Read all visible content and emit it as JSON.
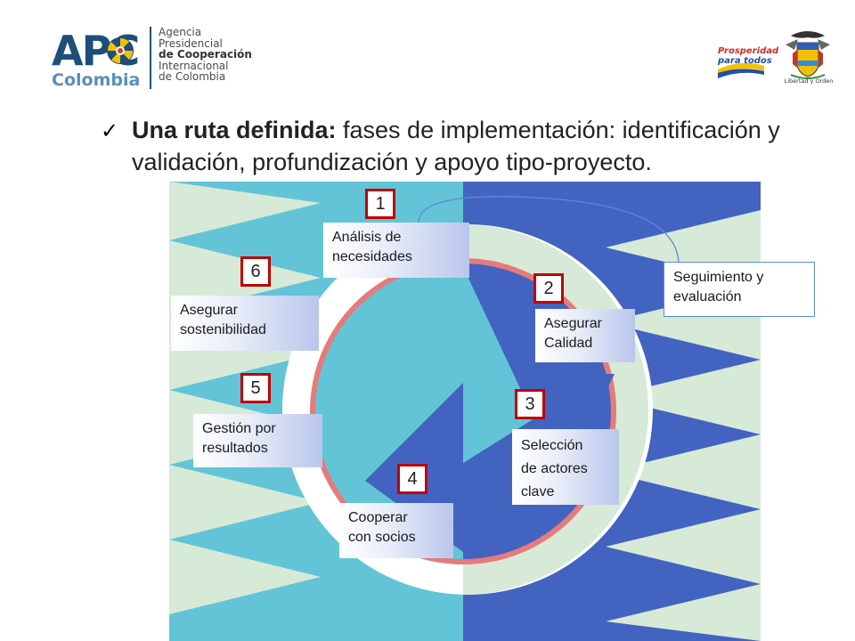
{
  "header": {
    "apc_logo": {
      "wordmark": "APC",
      "country": "Colombia",
      "agency_lines": [
        "Agencia",
        "Presidencial",
        "de Cooperación",
        "Internacional",
        "de Colombia"
      ]
    },
    "prosperidad_logo": [
      "Prosperidad",
      "para todos"
    ],
    "shield_caption": "Libertad y Orden"
  },
  "bullet": {
    "bold": "Una ruta definida:",
    "text": " fases de implementación: identificación y validación, profundización y apoyo tipo-proyecto."
  },
  "diagram": {
    "colors": {
      "light_green": "#d6ead7",
      "cyan": "#63c4d7",
      "blue": "#4363c1",
      "salmon": "#e57b7b",
      "number_border": "#c00000"
    },
    "phases": [
      {
        "number": "1",
        "label": "Análisis de\nnecesidades"
      },
      {
        "number": "2",
        "label": "Asegurar\nCalidad"
      },
      {
        "number": "3",
        "label": "Selección\nde actores\nclave"
      },
      {
        "number": "4",
        "label": "Cooperar\ncon socios"
      },
      {
        "number": "5",
        "label": "Gestión por\nresultados"
      },
      {
        "number": "6",
        "label": "Asegurar\nsostenibilidad"
      }
    ],
    "monitoring_label": "Seguimiento y\nevaluación"
  }
}
